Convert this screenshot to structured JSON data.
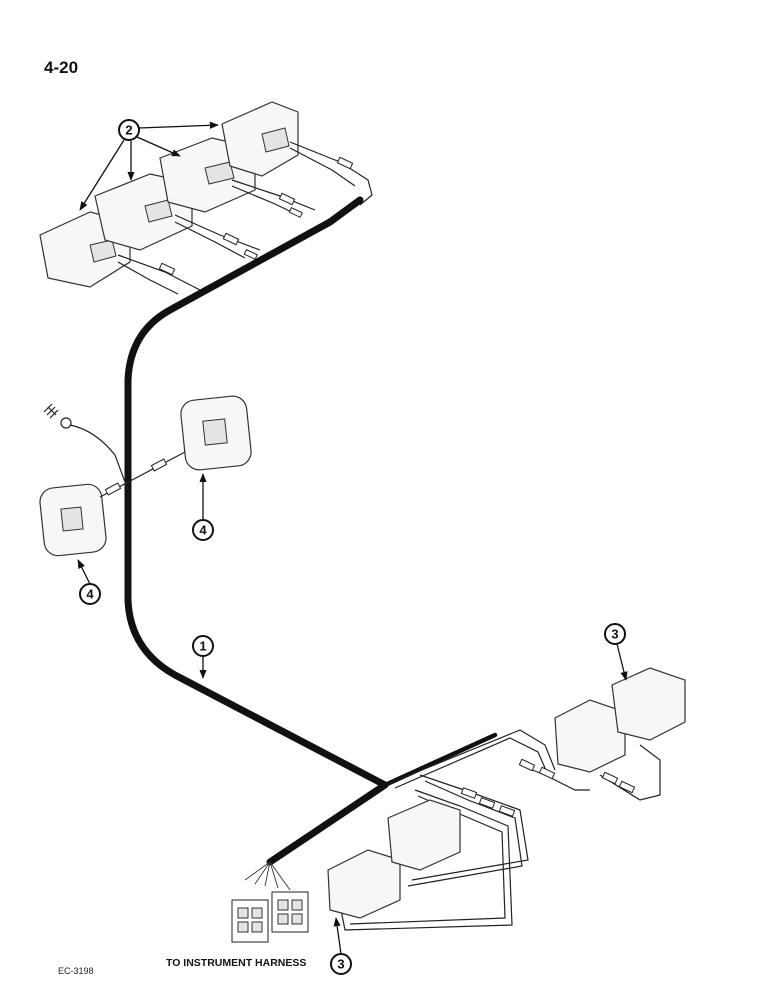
{
  "page": {
    "number": "4-20",
    "figure_code": "EC-3198"
  },
  "caption": "TO INSTRUMENT HARNESS",
  "callouts": {
    "c1": "1",
    "c2": "2",
    "c3_top": "3",
    "c3_bottom": "3",
    "c4_right": "4",
    "c4_left": "4"
  },
  "icons": {
    "ground": "ground-symbol-icon",
    "arrowhead": "arrowhead-icon"
  }
}
